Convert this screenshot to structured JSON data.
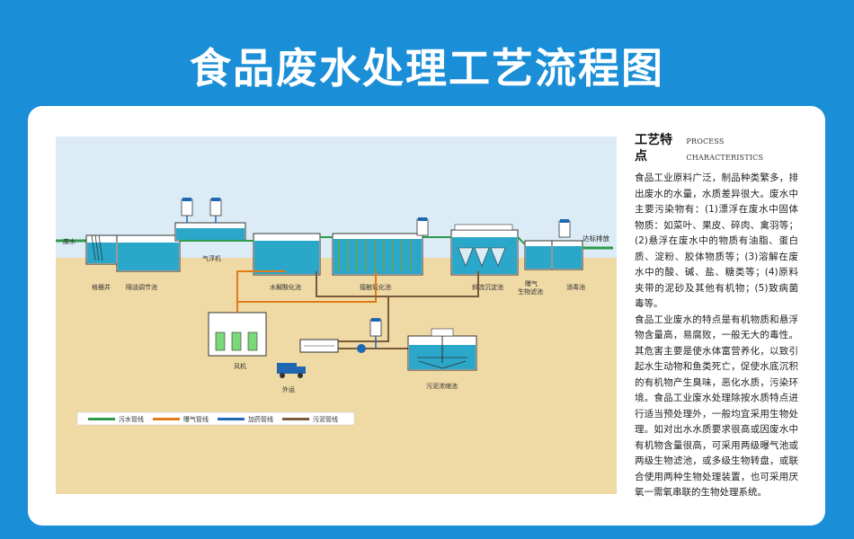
{
  "page_title": "食品废水处理工艺流程图",
  "colors": {
    "background": "#1a8ed6",
    "card": "#ffffff",
    "sky": "#dcecf7",
    "ground": "#efd9a5",
    "water": "#2aa7c9",
    "sewage_pipe": "#2e9a4a",
    "aeration_pipe": "#e07b1a",
    "dosing_pipe": "#1f67b3",
    "sludge_pipe": "#7a5a3a"
  },
  "diagram": {
    "labels": {
      "wastewater": "废水",
      "grille_well": "格栅井",
      "oil_separation": "隔油调节池",
      "air_flotation": "气浮机",
      "hydrolysis_acid": "水解酸化池",
      "contact_oxidation": "接触氧化池",
      "inclined_settling": "斜流沉淀池",
      "aerated_bio_filter_1": "曝气",
      "aerated_bio_filter_2": "生物滤池",
      "disinfection": "消毒池",
      "discharge": "达标排放",
      "blower": "风机",
      "transport": "外运",
      "sludge_thickener": "污泥浓缩池"
    },
    "legend": [
      {
        "label": "污水管线",
        "color": "#2e9a4a"
      },
      {
        "label": "曝气管线",
        "color": "#e07b1a"
      },
      {
        "label": "加药管线",
        "color": "#1f67b3"
      },
      {
        "label": "污泥管线",
        "color": "#7a5a3a"
      }
    ]
  },
  "sidebar": {
    "title": "工艺特点",
    "subtitle": "PROCESS CHARACTERISTICS",
    "paragraphs": [
      "食品工业原料广泛，制品种类繁多，排出废水的水量，水质差异很大。废水中主要污染物有：(1)漂浮在废水中固体物质：如菜叶、果皮、碎肉、禽羽等；(2)悬浮在废水中的物质有油脂、蛋白质、淀粉、胶体物质等；(3)溶解在废水中的酸、碱、盐、糖类等；(4)原料夹带的泥砂及其他有机物；(5)致病菌毒等。",
      "食品工业废水的特点是有机物质和悬浮物含量高，易腐败，一般无大的毒性。其危害主要是使水体富营养化，以致引起水生动物和鱼类死亡，促使水底沉积的有机物产生臭味，恶化水质，污染环境。食品工业废水处理除按水质特点进行适当预处理外，一般均宜采用生物处理。如对出水水质要求很高或因废水中有机物含量很高，可采用两级曝气池或两级生物滤池，或多级生物转盘，或联合使用两种生物处理装置，也可采用厌氧一需氧串联的生物处理系统。"
    ]
  }
}
